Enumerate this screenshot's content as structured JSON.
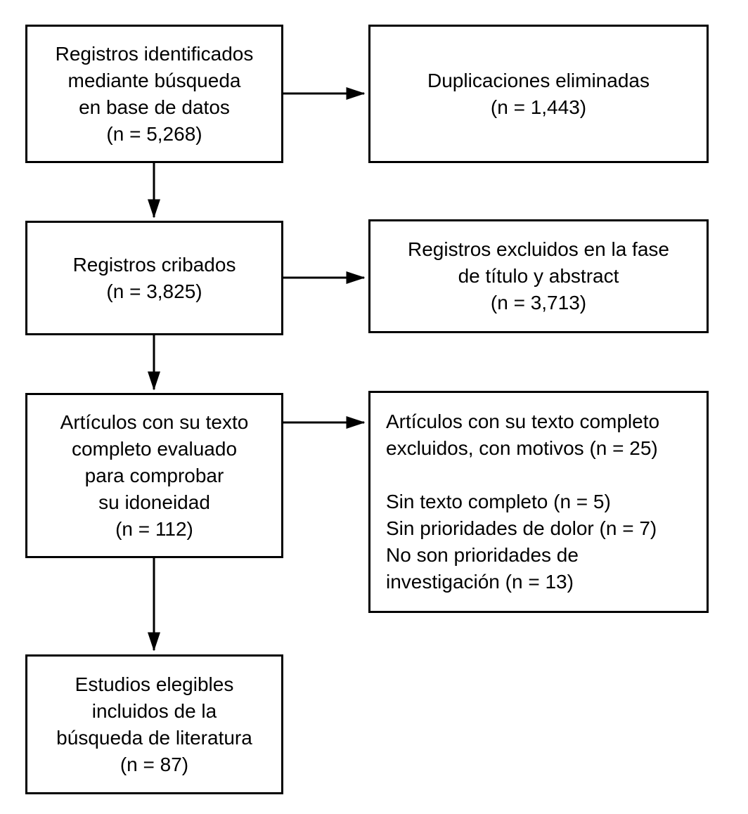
{
  "colors": {
    "border": "#000000",
    "text": "#000000",
    "background": "#ffffff",
    "arrow": "#000000"
  },
  "nodes": {
    "identified": {
      "text": "Registros identificados\nmediante búsqueda\nen base de datos\n(n = 5,268)"
    },
    "duplicates_removed": {
      "text": "Duplicaciones eliminadas\n(n = 1,443)"
    },
    "screened": {
      "text": "Registros cribados\n(n = 3,825)"
    },
    "excluded_title_abstract": {
      "text": "Registros excluidos en la fase\nde título y abstract\n(n = 3,713)"
    },
    "fulltext_assessed": {
      "text": "Artículos con su texto\ncompleto evaluado\npara comprobar\nsu idoneidad\n(n = 112)"
    },
    "fulltext_excluded": {
      "text": "Artículos con su texto completo\nexcluidos, con motivos (n = 25)\n\nSin texto completo (n = 5)\nSin prioridades de dolor (n = 7)\nNo son prioridades de\ninvestigación (n = 13)"
    },
    "included": {
      "text": "Estudios elegibles\nincluidos de la\nbúsqueda de literatura\n(n = 87)"
    }
  }
}
